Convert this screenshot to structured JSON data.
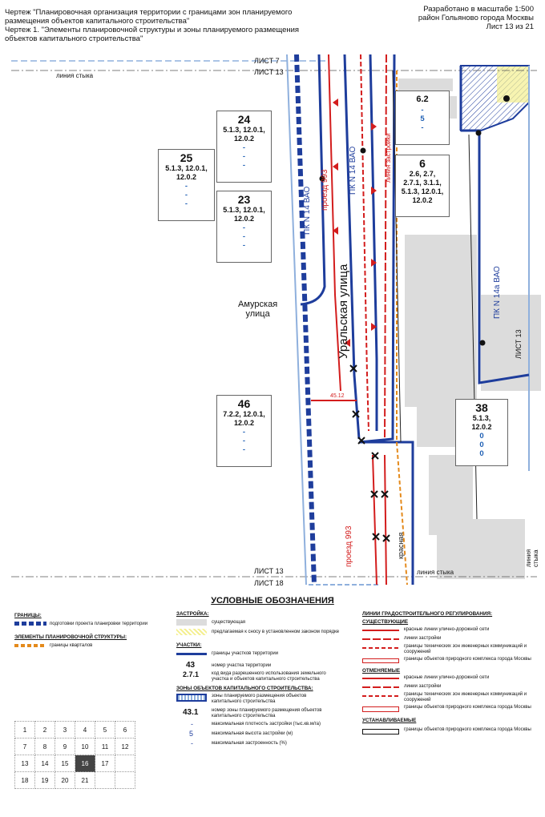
{
  "header": {
    "line1": "Чертеж \"Планировочная организация территории с границами зон планируемого",
    "line2": "размещения объектов капитального строительства\"",
    "line3": "Чертеж 1. \"Элементы планировочной структуры и зоны планируемого размещения",
    "line4": "объектов капитального строительства\"",
    "scale": "Разработано в масштабе 1:500",
    "district": "район Гольяново города Москвы",
    "sheet": "Лист 13 из 21"
  },
  "map": {
    "sheet_top": "ЛИСТ 7",
    "sheet_13_top": "ЛИСТ 13",
    "sheet_13_right": "ЛИСТ 13",
    "sheet_13_bottom": "ЛИСТ 13",
    "sheet_18": "ЛИСТ 18",
    "joint_top": "линия стыка",
    "joint_right": "линия стыка",
    "joint_bottom": "линия стыка",
    "amur_street": "Амурская",
    "amur_street2": "улица",
    "ural_street": "Уральская улица",
    "passage_top": "проезд 993",
    "passage_bottom": "проезд 993",
    "pk_14_vao_1": "ПК N 14 ВАО",
    "pk_14_vao_2": "ПК N 14 ВАО",
    "pk_14a_vao": "ПК N 14а ВАО",
    "red_line": "красная",
    "building_line": "линия застройки",
    "dist": "45.12",
    "parcels": [
      {
        "id": "24",
        "codes": "5.1.3, 12.0.1,",
        "codes2": "12.0.2",
        "v1": "-",
        "v2": "-",
        "v3": "-"
      },
      {
        "id": "25",
        "codes": "5.1.3, 12.0.1,",
        "codes2": "12.0.2",
        "v1": "-",
        "v2": "-",
        "v3": "-"
      },
      {
        "id": "23",
        "codes": "5.1.3, 12.0.1,",
        "codes2": "12.0.2",
        "v1": "-",
        "v2": "-",
        "v3": "-"
      },
      {
        "id": "6.2",
        "codes": "",
        "codes2": "",
        "v1": "-",
        "v2": "5",
        "v3": "-"
      },
      {
        "id": "6",
        "codes": "2.6, 2.7,",
        "codes2": "2.7.1, 3.1.1,",
        "codes3": "5.1.3, 12.0.1,",
        "codes4": "12.0.2",
        "v1": "",
        "v2": "",
        "v3": ""
      },
      {
        "id": "46",
        "codes": "7.2.2, 12.0.1,",
        "codes2": "12.0.2",
        "v1": "-",
        "v2": "-",
        "v3": "-"
      },
      {
        "id": "38",
        "codes": "5.1.3,",
        "codes2": "12.0.2",
        "v1": "0",
        "v2": "0",
        "v3": "0"
      }
    ]
  },
  "legend": {
    "title": "УСЛОВНЫЕ ОБОЗНАЧЕНИЯ",
    "boundaries": "ГРАНИЦЫ:",
    "boundary_project": "подготовки проекта планировки территории",
    "elements": "ЭЛЕМЕНТЫ ПЛАНИРОВОЧНОЙ СТРУКТУРЫ:",
    "quarters": "границы кварталов",
    "buildings": "ЗАСТРОЙКА:",
    "existing": "существующая",
    "demolish": "предлагаемая к сносу в установленном законом порядке",
    "parcels": "УЧАСТКИ:",
    "parcel_bounds": "границы участков территории",
    "parcel_num_ex": "43",
    "parcel_num": "номер участка территории",
    "use_code_ex": "2.7.1",
    "use_code": "код вида разрешенного использования земельного участка и объектов капитального строительства",
    "zones": "ЗОНЫ ОБЪЕКТОВ КАПИТАЛЬНОГО СТРОИТЕЛЬСТВА:",
    "zone_bounds": "зоны планируемого размещения объектов капитального строительства",
    "zone_num_ex": "43.1",
    "zone_num": "номер зоны планируемого размещения объектов капитального строительства",
    "density_ex": "-",
    "density": "максимальная плотность застройки (тыс.кв.м/га)",
    "height_ex": "5",
    "height": "максимальная высота застройки (м)",
    "percent_ex": "-",
    "percent": "максимальная застроенность (%)",
    "reg_lines": "ЛИНИИ ГРАДОСТРОИТЕЛЬНОГО РЕГУЛИРОВАНИЯ:",
    "existing_h": "СУЩЕСТВУЮЩИЕ",
    "red_lines": "красные линии улично-дорожной сети",
    "build_lines": "линии застройки",
    "tech_zones": "границы технических зон инженерных коммуникаций и сооружений",
    "nature": "границы объектов природного комплекса города Москвы",
    "cancelled_h": "ОТМЕНЯЕМЫЕ",
    "red_lines2": "красные линии улично-дорожной сети",
    "build_lines2": "линии застройки",
    "tech_zones2": "границы технических зон инженерных коммуникаций и сооружений",
    "nature2": "границы объектов природного комплекса города Москвы",
    "established_h": "УСТАНАВЛИВАЕМЫЕ",
    "nature3": "границы объектов природного комплекса города Москвы"
  },
  "index_grid": {
    "rows": [
      [
        "1",
        "2",
        "3",
        "4",
        "5",
        "6"
      ],
      [
        "7",
        "8",
        "9",
        "10",
        "11",
        "12"
      ],
      [
        "13",
        "14",
        "15",
        "16",
        "17",
        ""
      ],
      [
        "18",
        "19",
        "20",
        "21",
        "",
        ""
      ]
    ]
  },
  "colors": {
    "blue": "#1e3d9c",
    "red": "#d31d1d",
    "lightblue": "#8fb0dd",
    "orange": "#e48a1c",
    "building": "#d8d8d8"
  }
}
